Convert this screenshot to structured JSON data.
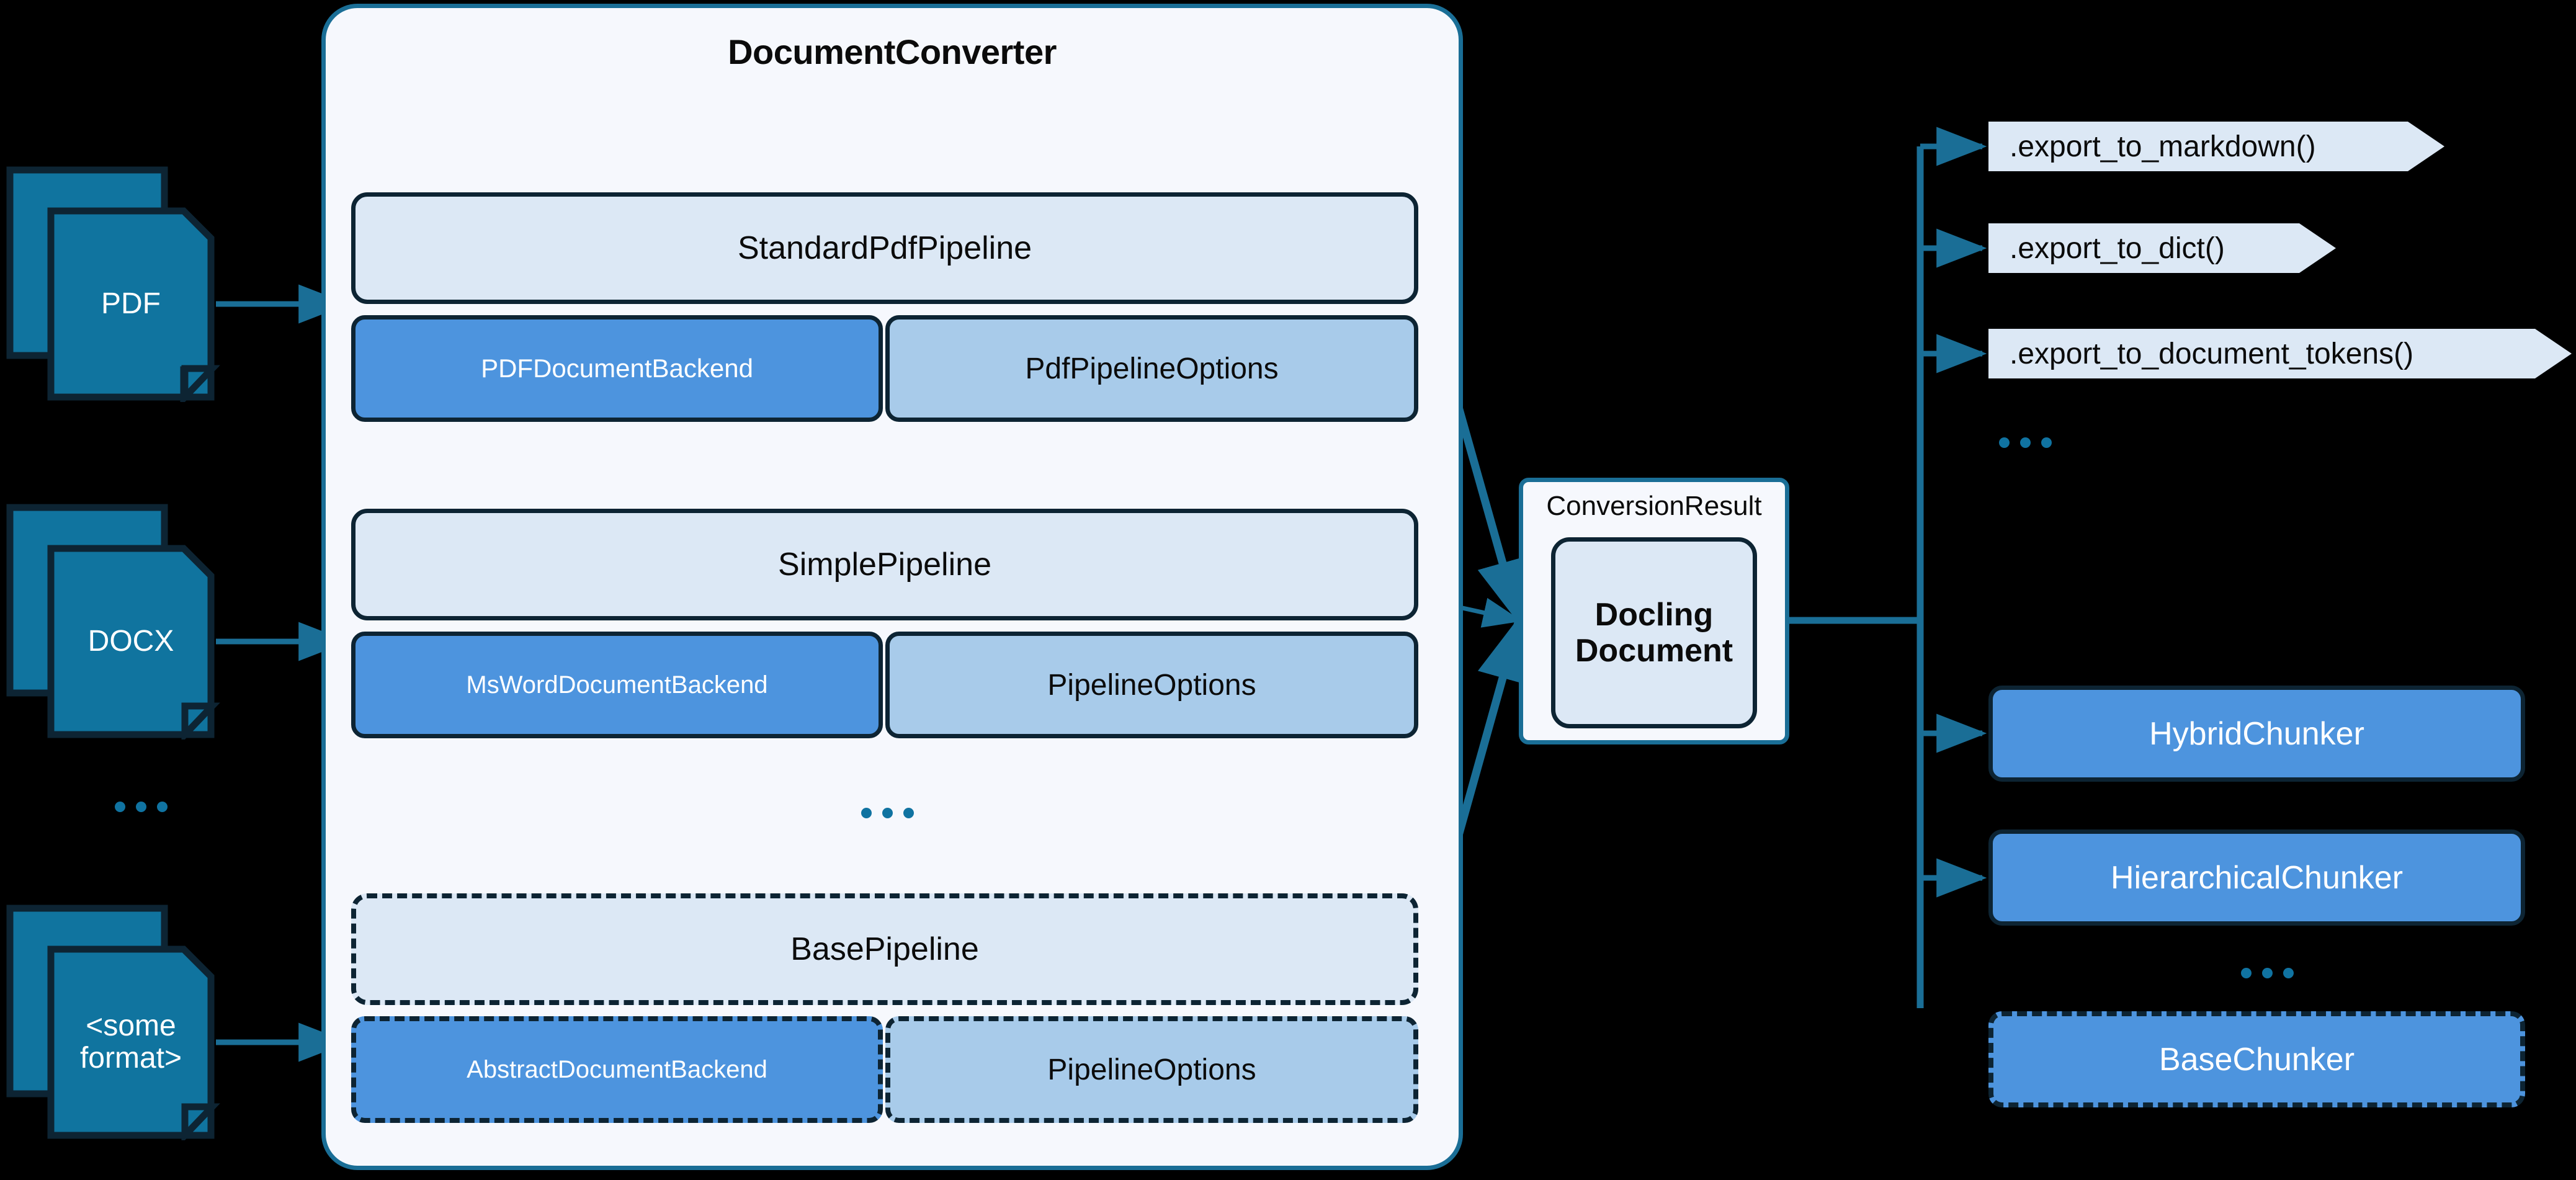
{
  "converter": {
    "title": "DocumentConverter",
    "ellipsis": "...",
    "pipelines": [
      {
        "name": "StandardPdfPipeline",
        "backend": "PDFDocumentBackend",
        "options": "PdfPipelineOptions",
        "abstract": false
      },
      {
        "name": "SimplePipeline",
        "backend": "MsWordDocumentBackend",
        "options": "PipelineOptions",
        "abstract": false
      },
      {
        "name": "BasePipeline",
        "backend": "AbstractDocumentBackend",
        "options": "PipelineOptions",
        "abstract": true
      }
    ]
  },
  "sources": {
    "ellipsis": "...",
    "items": [
      {
        "label": "PDF"
      },
      {
        "label": "DOCX"
      },
      {
        "label": "<some\nformat>"
      }
    ]
  },
  "result": {
    "container_label": "ConversionResult",
    "document_label": "Docling\nDocument"
  },
  "exports": {
    "ellipsis": "...",
    "items": [
      {
        "label": ".export_to_markdown()"
      },
      {
        "label": ".export_to_dict()"
      },
      {
        "label": ".export_to_document_tokens()"
      }
    ]
  },
  "chunkers": {
    "ellipsis": "...",
    "items": [
      {
        "label": "HybridChunker",
        "abstract": false
      },
      {
        "label": "HierarchicalChunker",
        "abstract": false
      },
      {
        "label": "BaseChunker",
        "abstract": true
      }
    ]
  },
  "colors": {
    "background": "#000000",
    "panel_fill": "#f6f8fd",
    "panel_border": "#1a6e96",
    "pipeline_fill": "#dce8f5",
    "backend_fill": "#4d94de",
    "options_fill": "#a8cbea",
    "node_border": "#0d2433",
    "doc_icon_fill": "#10749f",
    "arrow": "#1a6e96",
    "accent_dots": "#1073a1",
    "text_dark": "#0b0b0b",
    "text_light": "#ffffff"
  }
}
